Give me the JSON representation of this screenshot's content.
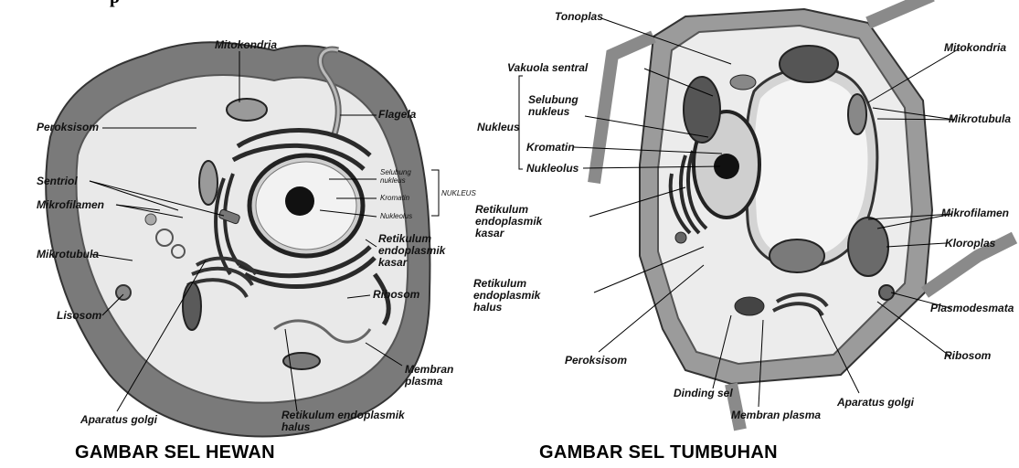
{
  "top_fragment": "p",
  "animal_cell": {
    "caption": "GAMBAR SEL HEWAN",
    "labels": {
      "mitokondria": "Mitokondria",
      "peroksisom": "Peroksisom",
      "flagela": "Flagela",
      "sentriol": "Sentriol",
      "mikrofilamen": "Mikrofilamen",
      "mikrotubula": "Mikrotubula",
      "lisosom": "Lisosom",
      "selubung_nukleus": "Selubung\nnukleus",
      "kromatin": "Kromatin",
      "nukleolus": "Nukleolus",
      "nukleus": "NUKLEUS",
      "rek": "Retikulum\nendoplasmik\nkasar",
      "ribosom": "Ribosom",
      "membran_plasma": "Membran\nplasma",
      "aparatus_golgi": "Aparatus golgi",
      "reh": "Retikulum endoplasmik\nhalus"
    }
  },
  "plant_cell": {
    "caption": "GAMBAR SEL TUMBUHAN",
    "labels": {
      "tonoplas": "Tonoplas",
      "vakuola_sentral": "Vakuola sentral",
      "selubung_nukleus": "Selubung\nnukleus",
      "nukleus": "Nukleus",
      "kromatin": "Kromatin",
      "nukleolus": "Nukleolus",
      "mitokondria": "Mitokondria",
      "mikrotubula": "Mikrotubula",
      "rek": "Retikulum\nendoplasmik\nkasar",
      "mikrofilamen": "Mikrofilamen",
      "kloroplas": "Kloroplas",
      "reh": "Retikulum\nendoplasmik\nhalus",
      "plasmodesmata": "Plasmodesmata",
      "ribosom": "Ribosom",
      "peroksisom": "Peroksisom",
      "dinding_sel": "Dinding sel",
      "aparatus_golgi": "Aparatus golgi",
      "membran_plasma": "Membran plasma"
    }
  }
}
